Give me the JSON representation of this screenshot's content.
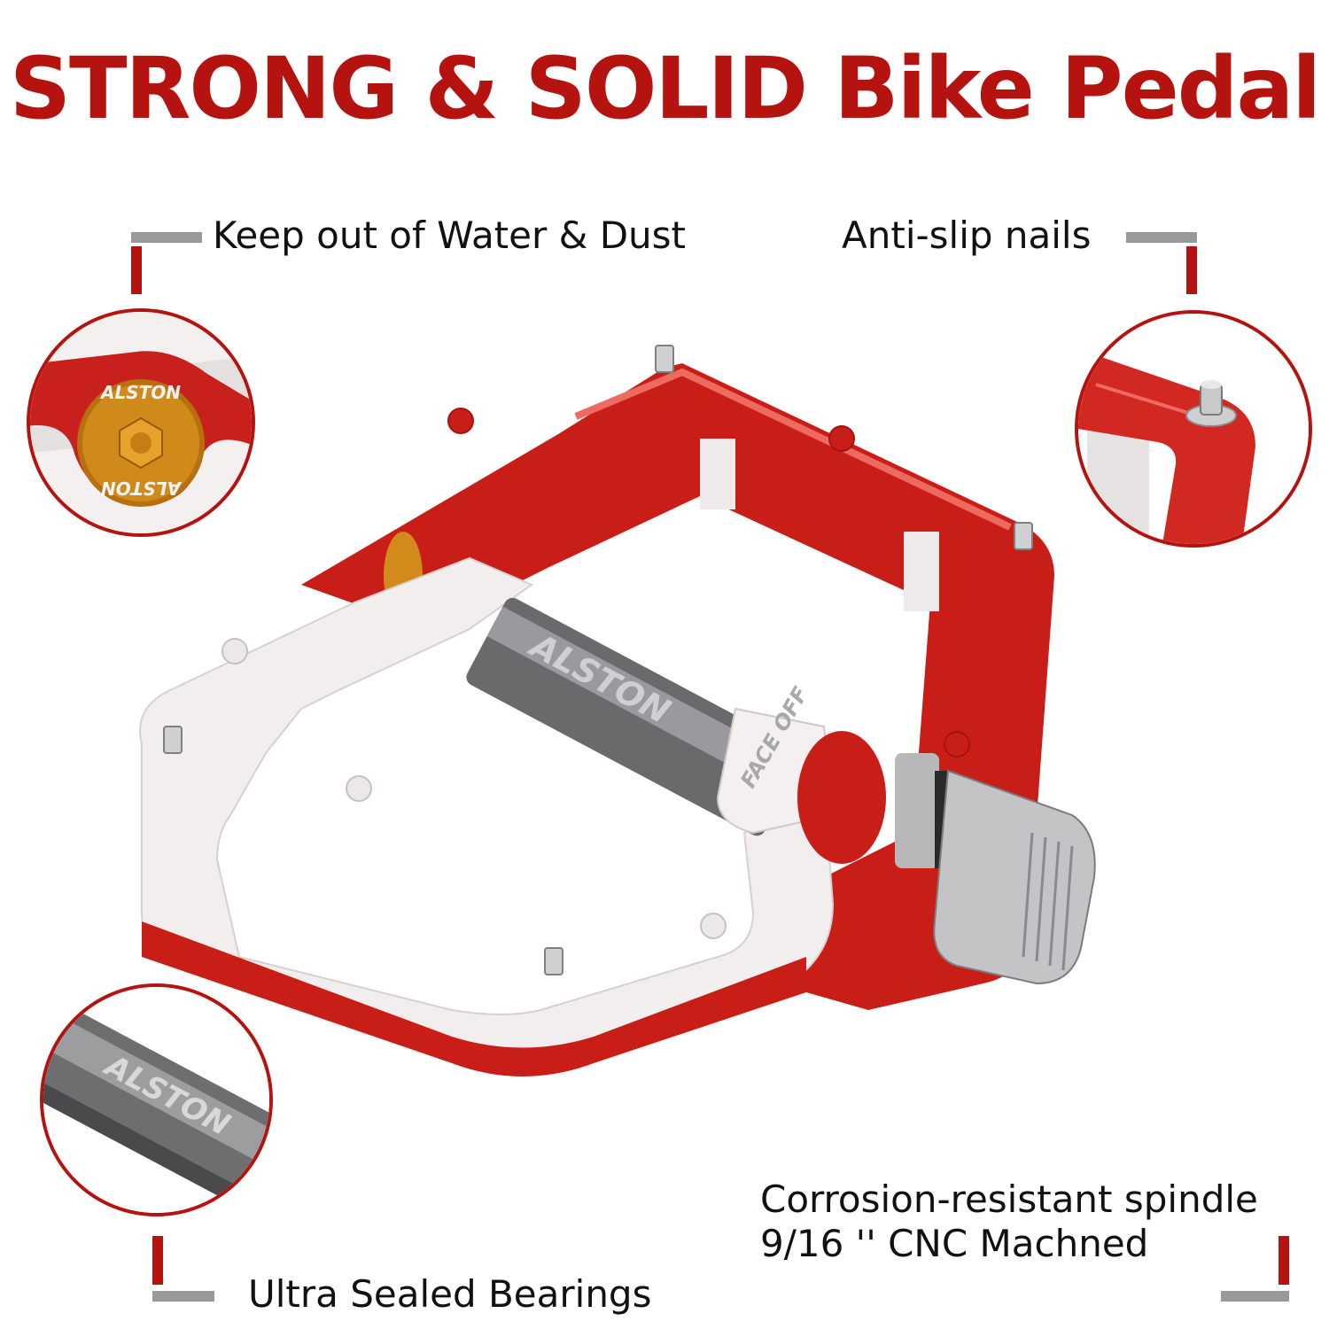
{
  "title": "STRONG & SOLID Bike Pedal",
  "colors": {
    "brand_red": "#b5130f",
    "connector_gray": "#999999",
    "text": "#111111",
    "spindle": "#5f5f62",
    "cap_gold": "#d08a1a",
    "white_part": "#f2eeee"
  },
  "callouts": [
    {
      "id": "top-left",
      "label": "Keep out of Water & Dust",
      "detail": "gold-end-cap"
    },
    {
      "id": "top-right",
      "label": "Anti-slip nails",
      "detail": "pedal-pin"
    },
    {
      "id": "bottom-left",
      "label": "Ultra Sealed Bearings",
      "detail": "spindle-body"
    },
    {
      "id": "bottom-right",
      "label_line1": "Corrosion-resistant spindle",
      "label_line2": "9/16 '' CNC Machned",
      "detail": "threaded-axle"
    }
  ],
  "product": {
    "brand_mark": "ALSTON",
    "spindle_mark": "FACE OFF"
  }
}
